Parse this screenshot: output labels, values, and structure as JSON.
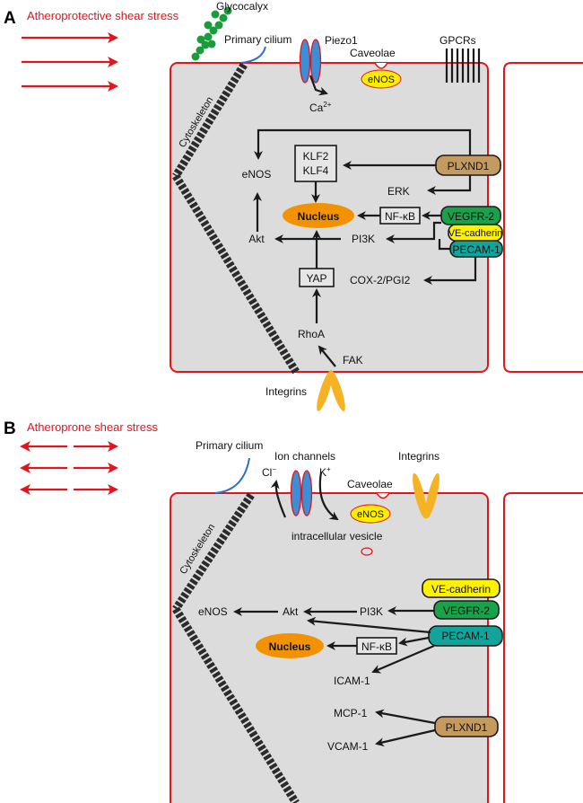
{
  "panelA": {
    "letter": "A",
    "title": "Atheroprotective shear stress",
    "labels": {
      "glycocalyx": "Glycocalyx",
      "primary_cilium": "Primary cilium",
      "piezo1": "Piezo1",
      "caveolae": "Caveolae",
      "gpcrs": "GPCRs",
      "enos_caveolae": "eNOS",
      "ca": "Ca",
      "ca_sup": "2+",
      "cytoskeleton": "Cytoskeleton",
      "enos": "eNOS",
      "klf2": "KLF2",
      "klf4": "KLF4",
      "plxnd1": "PLXND1",
      "erk": "ERK",
      "nucleus": "Nucleus",
      "nfkb": "NF-κB",
      "vegfr2": "VEGFR-2",
      "vecadherin": "VE-cadherin",
      "pecam1": "PECAM-1",
      "akt": "Akt",
      "pi3k": "PI3K",
      "yap": "YAP",
      "cox2": "COX-2/PGI2",
      "rhoa": "RhoA",
      "fak": "FAK",
      "integrins": "Integrins"
    }
  },
  "panelB": {
    "letter": "B",
    "title": "Atheroprone shear stress",
    "labels": {
      "primary_cilium": "Primary cilium",
      "ion_channels": "Ion channels",
      "integrins": "Integrins",
      "cl": "Cl",
      "cl_sup": "−",
      "k": "K",
      "k_sup": "+",
      "caveolae": "Caveolae",
      "enos_vesicle": "eNOS",
      "vesicle": "intracellular vesicle",
      "cytoskeleton": "Cytoskeleton",
      "vecadherin": "VE-cadherin",
      "vegfr2": "VEGFR-2",
      "enos": "eNOS",
      "akt": "Akt",
      "pi3k": "PI3K",
      "nucleus": "Nucleus",
      "nfkb": "NF-κB",
      "pecam1": "PECAM-1",
      "icam1": "ICAM-1",
      "mcp1": "MCP-1",
      "plxnd1": "PLXND1",
      "vcam1": "VCAM-1"
    }
  },
  "colors": {
    "shear_arrow": "#e3141b",
    "membrane": "#e3141b",
    "cell_fill": "#dcdcdc",
    "glycocalyx": "#1a9c3c",
    "channel": "#3a8fd6",
    "enos": "#ffee00",
    "nucleus": "#f39200",
    "plxnd1": "#c49a5e",
    "vegfr2": "#1aa24b",
    "vecadherin": "#fff200",
    "pecam1": "#12a39a",
    "integrin": "#f5b324",
    "cytoskeleton": "#2b2b2b"
  }
}
